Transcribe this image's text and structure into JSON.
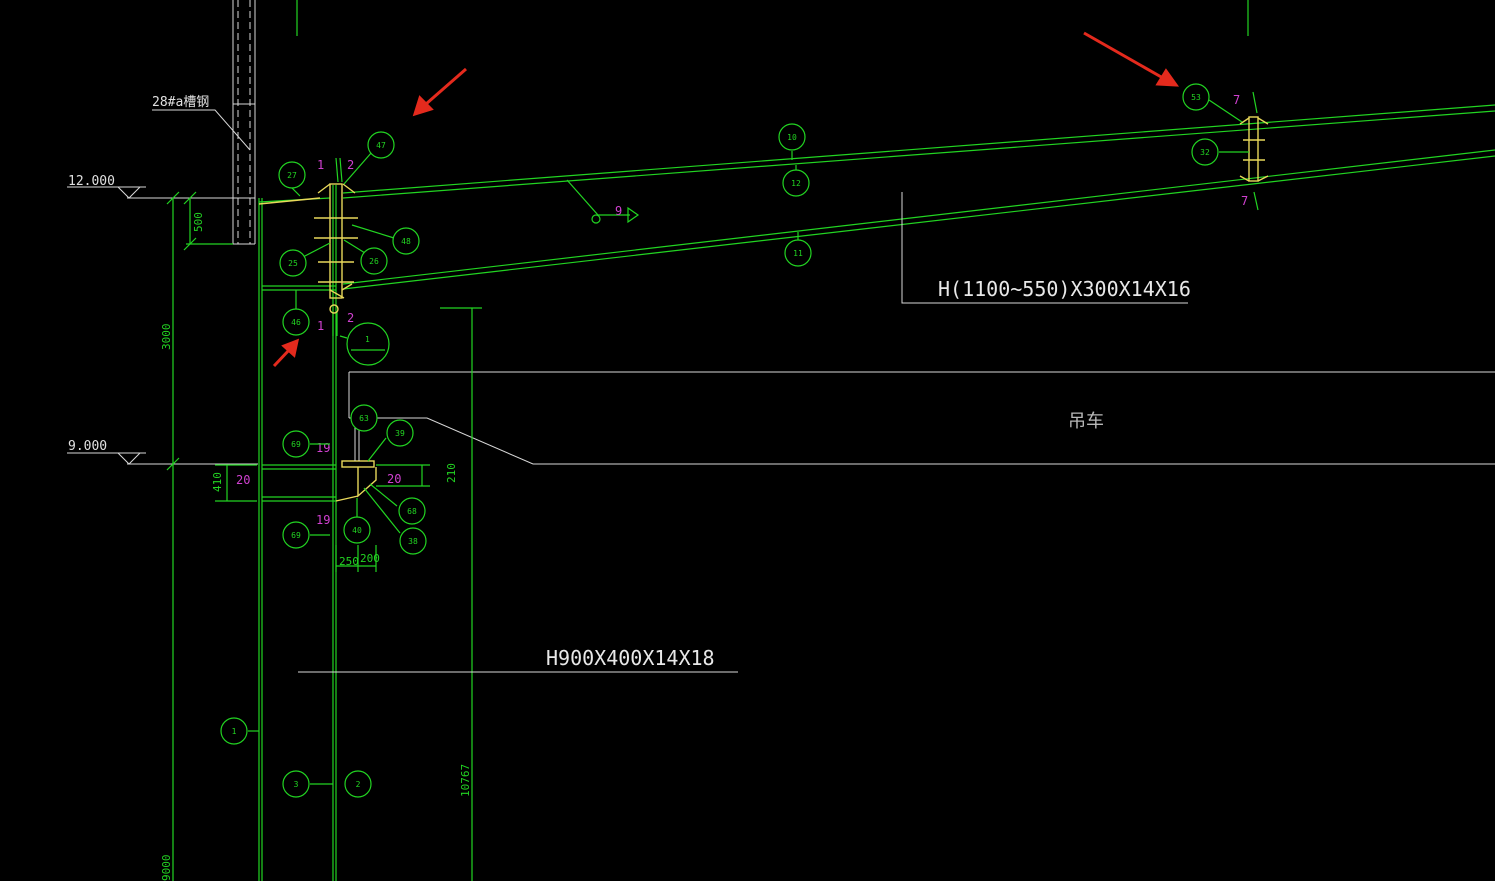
{
  "labels": {
    "elev_top": "12.000",
    "elev_mid": "9.000",
    "steel_note": "28#a槽钢",
    "rafter_section": "H(1100~550)X300X14X16",
    "column_section": "H900X400X14X18",
    "crane": "吊车"
  },
  "dimensions": {
    "d500": "500",
    "d3000": "3000",
    "d9000": "9000",
    "d410": "410",
    "d250": "250",
    "d200": "200",
    "d210": "210",
    "d10767": "10767"
  },
  "marks": {
    "m1a": "1",
    "m2a": "2",
    "m1b": "1",
    "m2b": "2",
    "m7a": "7",
    "m7b": "7",
    "m19a": "19",
    "m19b": "19",
    "m20a": "20",
    "m20b": "20",
    "m9": "9"
  },
  "bubbles": {
    "b47": "47",
    "b27": "27",
    "b48": "48",
    "b25": "25",
    "b26": "26",
    "b46": "46",
    "b10": "10",
    "b12": "12",
    "b11": "11",
    "b53": "53",
    "b32": "32",
    "bsec": "1",
    "b63": "63",
    "b39": "39",
    "b69a": "69",
    "b69b": "69",
    "b68": "68",
    "b40": "40",
    "b38": "38",
    "b1": "1",
    "b3": "3",
    "b2": "2"
  },
  "colors": {
    "line": "#22d422",
    "leader": "#d8d8d8",
    "plate": "#e8d85a",
    "mark": "#d040d0",
    "arrow": "#e42a1d",
    "background": "#000000"
  }
}
